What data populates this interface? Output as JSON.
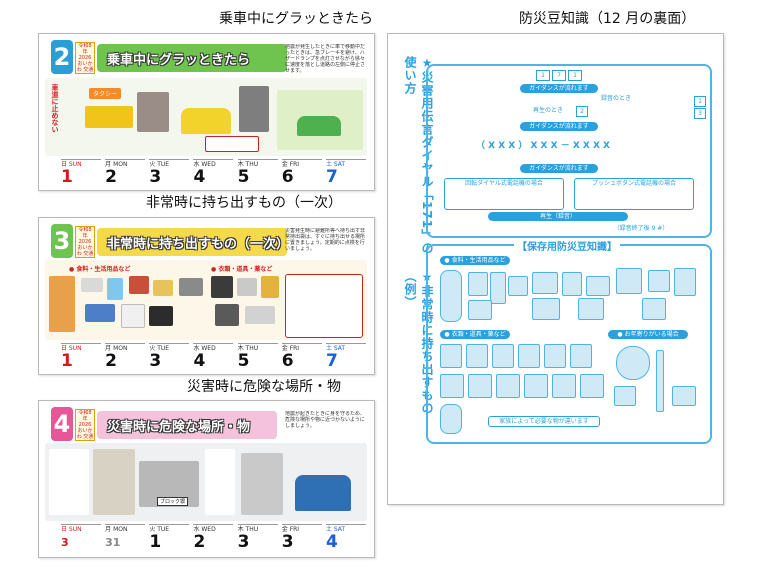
{
  "captions": {
    "page2": "乗車中にグラッときたら",
    "page3": "非常時に持ち出すもの（一次）",
    "page4": "災害時に危険な場所・物",
    "dec": "防災豆知識（12 月の裏面）"
  },
  "badge_text": "令和8年 2026 おいかわ 交通と安全",
  "pages": [
    {
      "number": "2",
      "title": "乗車中にグラッときたら",
      "side_text": "車道に止めない",
      "callout": "タクシー",
      "days": [
        {
          "wd": "日 SUN",
          "dn": "1"
        },
        {
          "wd": "月 MON",
          "dn": "2"
        },
        {
          "wd": "火 TUE",
          "dn": "3"
        },
        {
          "wd": "水 WED",
          "dn": "4"
        },
        {
          "wd": "木 THU",
          "dn": "5"
        },
        {
          "wd": "金 FRI",
          "dn": "6"
        },
        {
          "wd": "土 SAT",
          "dn": "7"
        }
      ]
    },
    {
      "number": "3",
      "title": "非常時に持ち出すもの（一次）",
      "sub1": "● 食料・生活用品など",
      "sub2": "● 衣類・道具・薬など",
      "days": [
        {
          "wd": "日 SUN",
          "dn": "1"
        },
        {
          "wd": "月 MON",
          "dn": "2"
        },
        {
          "wd": "火 TUE",
          "dn": "3"
        },
        {
          "wd": "水 WED",
          "dn": "4"
        },
        {
          "wd": "木 THU",
          "dn": "5"
        },
        {
          "wd": "金 FRI",
          "dn": "6"
        },
        {
          "wd": "土 SAT",
          "dn": "7"
        }
      ]
    },
    {
      "number": "4",
      "title": "災害時に危険な場所・物",
      "tag1": "ブロック塀",
      "days": [
        {
          "wd": "日 SUN",
          "dn": "3"
        },
        {
          "wd": "月 MON",
          "dn": "31"
        },
        {
          "wd": "火 TUE",
          "dn": "1"
        },
        {
          "wd": "水 WED",
          "dn": "2"
        },
        {
          "wd": "木 THU",
          "dn": "3"
        },
        {
          "wd": "金 FRI",
          "dn": "3"
        },
        {
          "wd": "土 SAT",
          "dn": "4"
        }
      ]
    }
  ],
  "dec_page": {
    "vertical1": "★災害用伝言ダイヤル「171」の使い方",
    "vertical2": "★非常時に持ち出すもの（例）",
    "dial": [
      "1",
      "7",
      "1"
    ],
    "guidance": "ガイダンスが流れます",
    "record": "録音のとき",
    "play": "再生のとき",
    "code1": "1",
    "code2": "2",
    "code3": "3",
    "xxx": "（ X X X ） X X X － X X X X",
    "inner_left": "回転ダイヤル式電話機の場合",
    "inner_right": "プッシュボタン式電話機の場合",
    "playback": "再生（録音）",
    "end_key": "（録音終了後 9 #）",
    "section_title": "【保存用防災豆知識】",
    "food_label": "● 食料・生活用品など",
    "cloth_label": "● 衣類・道具・薬など",
    "other_label": "● お年寄りがいる場合",
    "footer": "家族によって必要な物が違います"
  }
}
